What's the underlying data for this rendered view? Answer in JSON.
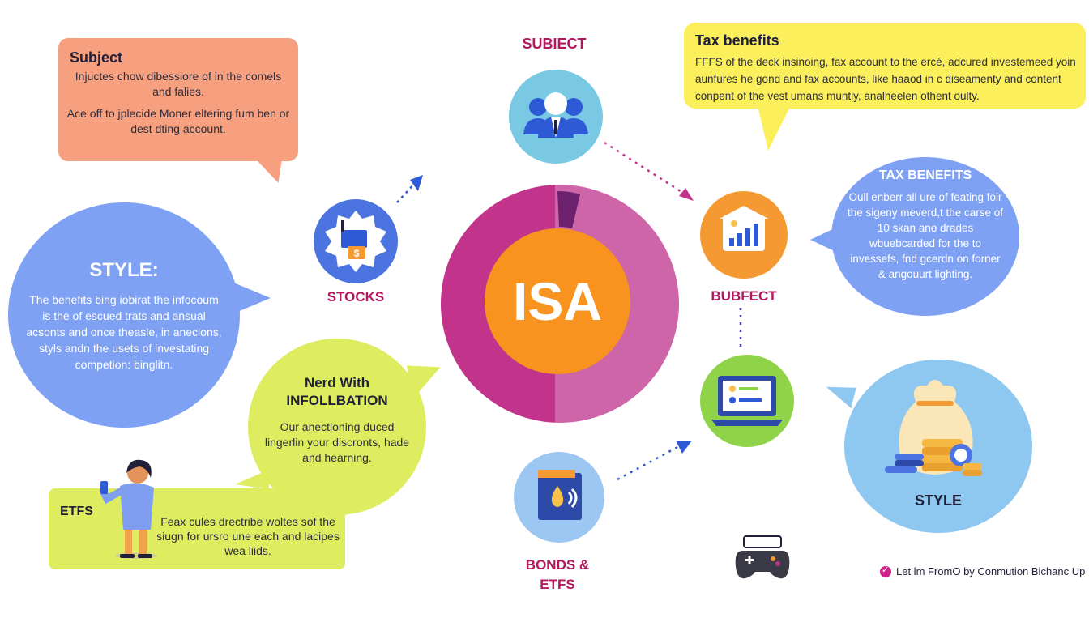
{
  "center": {
    "label": "ISA"
  },
  "nodes": {
    "subject": "SUBIECT",
    "stocks": "STOCKS",
    "bubfect": "BUBFECT",
    "bonds_line1": "BONDS &",
    "bonds_line2": "ETFS"
  },
  "subject_box": {
    "title": "Subject",
    "body_1": "Injuctes chow dibessiore of in the comels and falies.",
    "body_2": "Ace off to jplecide Moner eltering fum ben or dest dting account."
  },
  "tax_box": {
    "title": "Tax benefits",
    "body": "FFFS of the deck insinoing, fax account to the ercé, adcured investemeed yoin aunfures he gond and fax accounts, like haaod in c diseamenty and content conpent of the vest umans muntly, analheelen othent oulty."
  },
  "style_left": {
    "title": "STYLE:",
    "body": "The benefits bing iobirat the infocoum is the of escued trats and ansual acsonts and once theasle, in aneclons, styls andn the usets of investating competion: binglitn."
  },
  "nerd": {
    "title_line1": "Nerd With",
    "title_line2": "INFOLLBATION",
    "body": "Our anectioning duced lingerlin your discronts, hade and hearning."
  },
  "tax_benefits_circle": {
    "title": "TAX BENEFITS",
    "body": "Oull enberr all ure of feating foir the sigeny meverd,t the carse of 10 skan ano drades wbuebcarded for the to invessefs, fnd gcerdn on forner & angouurt lighting."
  },
  "etfs_box": {
    "title": "ETFS",
    "body": "Feax cules drectribe woltes sof the siugn for ursro une each and lacipes wea liids."
  },
  "style_right": {
    "title": "STYLE"
  },
  "footer": {
    "text": "Let lm FromO by Conmution Bichanc Up"
  },
  "colors": {
    "magenta": "#c2338c",
    "pink": "#cf65a9",
    "orange": "#f7931e",
    "salmon": "#f6a07f",
    "yellow": "#fbef5c",
    "lime": "#dded5f",
    "periwinkle": "#7fa1f3",
    "blue": "#4c74e0"
  }
}
